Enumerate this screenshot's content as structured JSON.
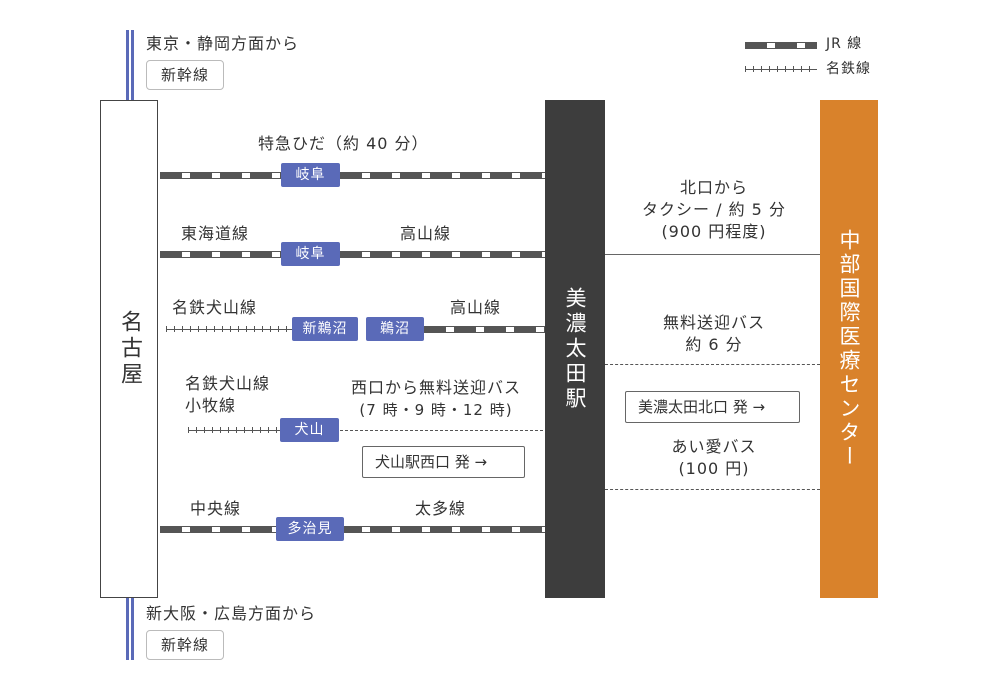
{
  "legend": {
    "jr": "JR 線",
    "meitetsu": "名鉄線"
  },
  "top": {
    "direction": "東京・静岡方面から",
    "line": "新幹線"
  },
  "bottom": {
    "direction": "新大阪・広島方面から",
    "line": "新幹線"
  },
  "nagoya": {
    "name": "名古屋"
  },
  "minokamo": {
    "name": "美濃太田駅"
  },
  "center": {
    "name": "中部国際医療センター"
  },
  "routes": {
    "hida": {
      "label": "特急ひだ（約 40 分）",
      "station": "岐阜"
    },
    "tokaido": {
      "label_left": "東海道線",
      "station": "岐阜",
      "label_right": "高山線"
    },
    "inuyama": {
      "label_left": "名鉄犬山線",
      "station1": "新鵜沼",
      "station2": "鵜沼",
      "label_right": "高山線"
    },
    "komaki": {
      "label_left_1": "名鉄犬山線",
      "label_left_2": "小牧線",
      "station": "犬山",
      "bus_1": "西口から無料送迎バス",
      "bus_2": "(7 時・9 時・12 時)",
      "button": "犬山駅西口 発 →"
    },
    "chuo": {
      "label_left": "中央線",
      "station": "多治見",
      "label_right": "太多線"
    }
  },
  "right": {
    "taxi_1": "北口から",
    "taxi_2": "タクシー / 約 5 分",
    "taxi_3": "(900 円程度)",
    "shuttle_1": "無料送迎バス",
    "shuttle_2": "約 6 分",
    "button": "美濃太田北口 発 →",
    "aibus_1": "あい愛バス",
    "aibus_2": "(100 円)"
  },
  "colors": {
    "station_blue": "#5a6ab8",
    "minokamo_dark": "#3d3d3d",
    "center_orange": "#d9822b",
    "track": "#555555"
  }
}
